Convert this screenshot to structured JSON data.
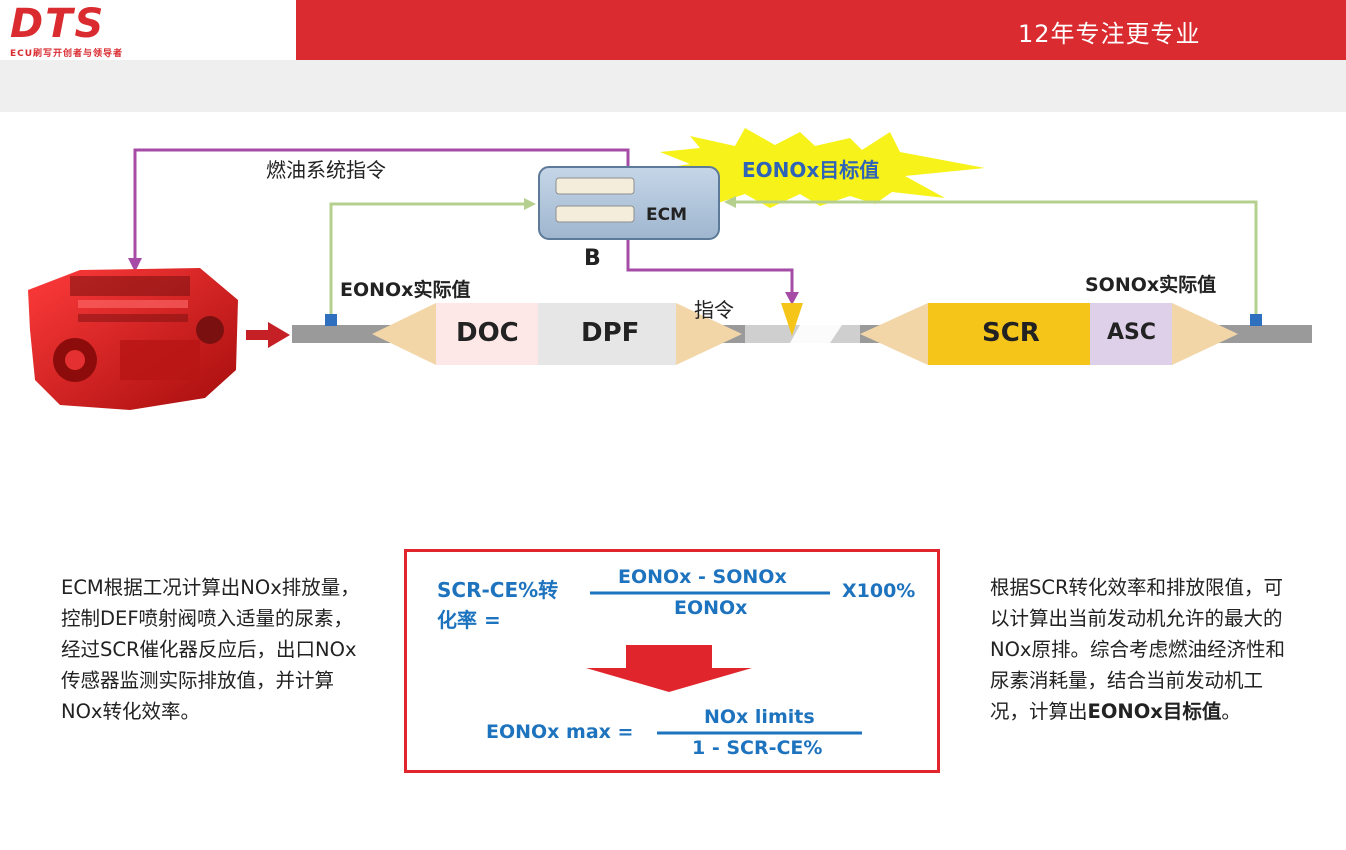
{
  "header": {
    "logo_text": "DTS",
    "logo_subtitle": "ECU刷写开创者与领导者",
    "slogan": "12年专注更专业"
  },
  "diagram": {
    "fuel_command": "燃油系统指令",
    "ecm_label": "ECM",
    "ecm_letter": "B",
    "target_label": "EONOx目标值",
    "eonox_actual": "EONOx实际值",
    "sonox_actual": "SONOx实际值",
    "command_label": "指令",
    "components": {
      "doc": "DOC",
      "dpf": "DPF",
      "scr": "SCR",
      "asc": "ASC"
    },
    "colors": {
      "purple_line": "#a64ca6",
      "green_line": "#b5d08e",
      "pipe": "#999999",
      "scr": "#f6c51a",
      "asc": "#ddd0e8",
      "doc": "#fde7e7",
      "dpf": "#e6e6e6",
      "cone": "#f2d6a8"
    }
  },
  "left_text": "ECM根据工况计算出NOx排放量，控制DEF喷射阀喷入适量的尿素，经过SCR催化器反应后，出口NOx传感器监测实际排放值，并计算NOx转化效率。",
  "right_text_parts": {
    "normal": "根据SCR转化效率和排放限值，可以计算出当前发动机允许的最大的NOx原排。综合考虑燃油经济性和尿素消耗量，结合当前发动机工况，计算出",
    "bold": "EONOx目标值",
    "end": "。"
  },
  "formula": {
    "lhs1_line1": "SCR-CE%转",
    "lhs1_line2": "化率 =",
    "numerator1": "EONOx - SONOx",
    "denominator1": "EONOx",
    "multiplier": "X100%",
    "lhs2": "EONOx max =",
    "numerator2": "NOx limits",
    "denominator2": "1 - SCR-CE%"
  }
}
